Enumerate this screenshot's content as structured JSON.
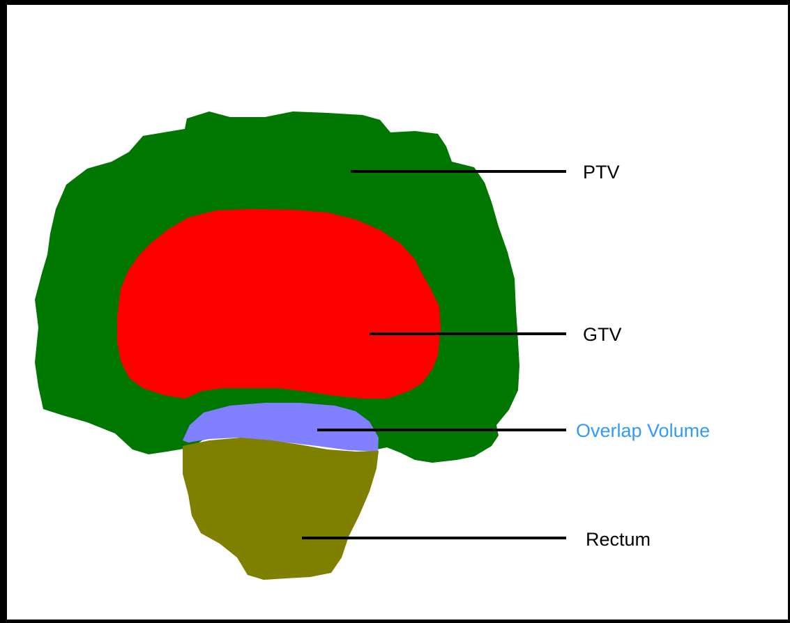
{
  "labels": {
    "ptv": "PTV",
    "gtv": "GTV",
    "overlap": "Overlap Volume",
    "rectum": "Rectum"
  },
  "colors": {
    "ptv": "#007700",
    "gtv": "#ff0000",
    "overlap": "#8080ff",
    "rectum": "#808000",
    "overlap_label": "#3399ff",
    "text": "#000000",
    "frame": "#000000",
    "background": "#ffffff"
  }
}
